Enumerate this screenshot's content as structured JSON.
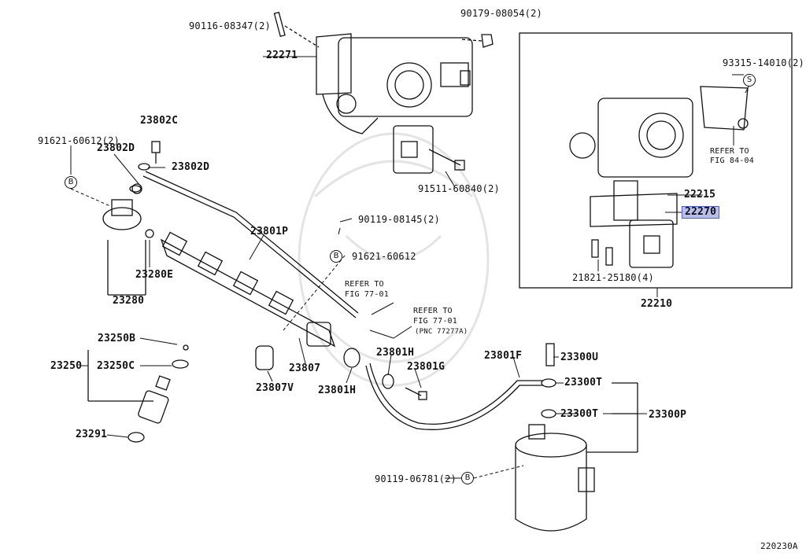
{
  "diagram": {
    "ref_code": "220230A",
    "labels": {
      "p90116": "90116-08347(2)",
      "p90179": "90179-08054(2)",
      "p22271": "22271",
      "p93315": "93315-14010(2)",
      "p23802C": "23802C",
      "p91621a": "91621-60612(2)",
      "p23802Da": "23802D",
      "p23802Db": "23802D",
      "p91511": "91511-60840(2)",
      "p22215": "22215",
      "p22270": "22270",
      "p90119a": "90119-08145(2)",
      "p23801P": "23801P",
      "p91621b": "91621-60612",
      "p23280E": "23280E",
      "p23280": "23280",
      "p21821": "21821-25180(4)",
      "p22210": "22210",
      "p23250B": "23250B",
      "p23250C": "23250C",
      "p23250": "23250",
      "p23807": "23807",
      "p23807V": "23807V",
      "p23801H": "23801H",
      "p23801Hb": "23801H",
      "p23801G": "23801G",
      "p23801F": "23801F",
      "p23300U": "23300U",
      "p23300Ta": "23300T",
      "p23300Tb": "23300T",
      "p23300P": "23300P",
      "p23291": "23291",
      "p90119b": "90119-06781(2)"
    },
    "refs": {
      "fig84_line1": "REFER TO",
      "fig84_line2": "FIG 84-04",
      "fig77a_line1": "REFER TO",
      "fig77a_line2": "FIG 77-01",
      "fig77b_line1": "REFER TO",
      "fig77b_line2": "FIG 77-01",
      "fig77b_line3": "(PNC 77277A)"
    },
    "markers": {
      "b1": "B",
      "b2": "B",
      "b3": "B",
      "s1": "S"
    },
    "highlight_color": "#b8bff0"
  }
}
